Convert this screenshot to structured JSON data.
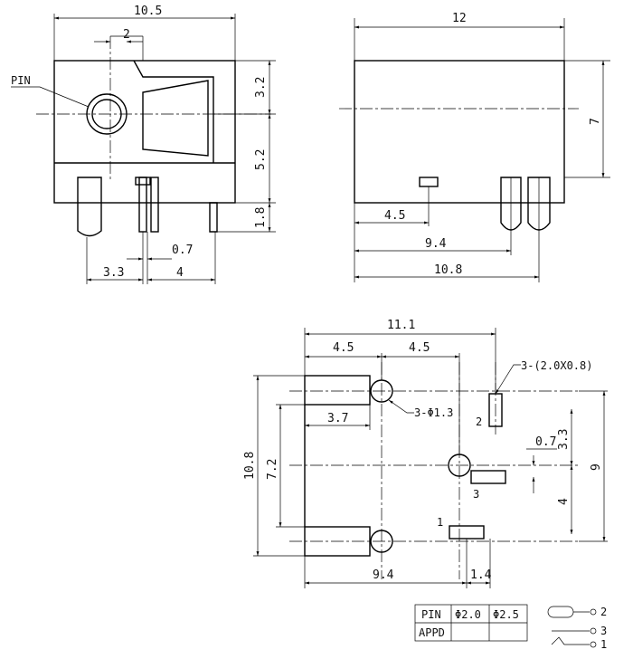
{
  "front_view": {
    "dim_width": "10.5",
    "dim_pin_offset": "2",
    "pin_label": "PIN",
    "dim_top": "3.2",
    "dim_mid": "5.2",
    "dim_leg": "1.8",
    "dim_pin_thick": "0.7",
    "dim_left_gap": "3.3",
    "dim_right_gap": "4"
  },
  "side_view": {
    "dim_length": "12",
    "dim_height": "7",
    "dim_a": "4.5",
    "dim_b": "9.4",
    "dim_c": "10.8"
  },
  "footprint": {
    "dim_total": "11.1",
    "dim_left": "4.5",
    "dim_right": "4.5",
    "dim_slot": "3-(2.0X0.8)",
    "dim_hole": "3-Φ1.3",
    "dim_pad": "3.7",
    "dim_height": "10.8",
    "dim_inner": "7.2",
    "dim_pad_span": "9",
    "dim_upper": "3.3",
    "dim_pitch": "0.7",
    "dim_lower": "4",
    "dim_bottom": "9.4",
    "dim_offset": "1.4",
    "pin_1": "1",
    "pin_2": "2",
    "pin_3": "3"
  },
  "table": {
    "headers": [
      "PIN",
      "Φ2.0",
      "Φ2.5"
    ],
    "row_label": "APPD"
  },
  "schematic": {
    "pin_2": "2",
    "pin_3": "3",
    "pin_1": "1"
  }
}
